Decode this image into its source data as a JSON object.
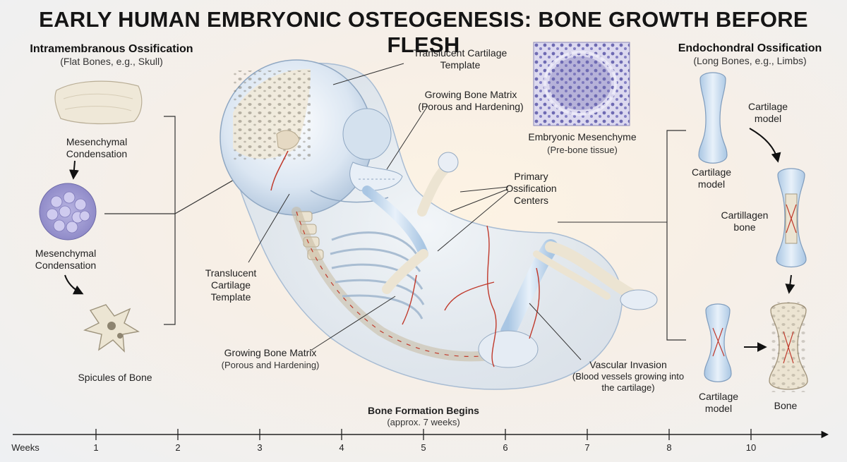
{
  "title": "EARLY HUMAN EMBRYONIC OSTEOGENESIS: BONE GROWTH BEFORE FLESH",
  "left": {
    "heading": "Intramembranous Ossification",
    "subheading": "(Flat Bones, e.g., Skull)",
    "step1": "Mesenchymal Condensation",
    "step2": "Mesenchymal Condensation",
    "step3": "Spicules of Bone"
  },
  "center": {
    "cartilage_template_top": "Translucent Cartilage Template",
    "bone_matrix_top": "Growing Bone Matrix (Porous and Hardening)",
    "primary_centers": "Primary Ossification Centers",
    "cartilage_template_left": "Translucent Cartilage Template",
    "bone_matrix_bottom_1": "Growing Bone Matrix",
    "bone_matrix_bottom_2": "(Porous and Hardening)",
    "vascular_1": "Vascular Invasion",
    "vascular_2": "(Blood vessels growing into the cartilage)"
  },
  "mesenchyme": {
    "label": "Embryonic Mesenchyme",
    "sub": "(Pre-bone tissue)"
  },
  "right": {
    "heading": "Endochondral Ossification",
    "subheading": "(Long Bones, e.g., Limbs)",
    "model_a": "Cartilage model",
    "model_arrow": "Cartilage model",
    "cartillagen": "Cartillagen bone",
    "model_b": "Cartilage model",
    "bone": "Bone"
  },
  "timeline": {
    "title": "Bone Formation Begins",
    "sub": "(approx. 7 weeks)",
    "unit": "Weeks",
    "ticks": [
      "1",
      "2",
      "3",
      "4",
      "5",
      "6",
      "7",
      "8",
      "10"
    ]
  },
  "colors": {
    "bone": "#eae3d2",
    "cartilage": "#cfe0ef",
    "vessel": "#c0392b",
    "mesenchyme": "#7c78c0"
  }
}
